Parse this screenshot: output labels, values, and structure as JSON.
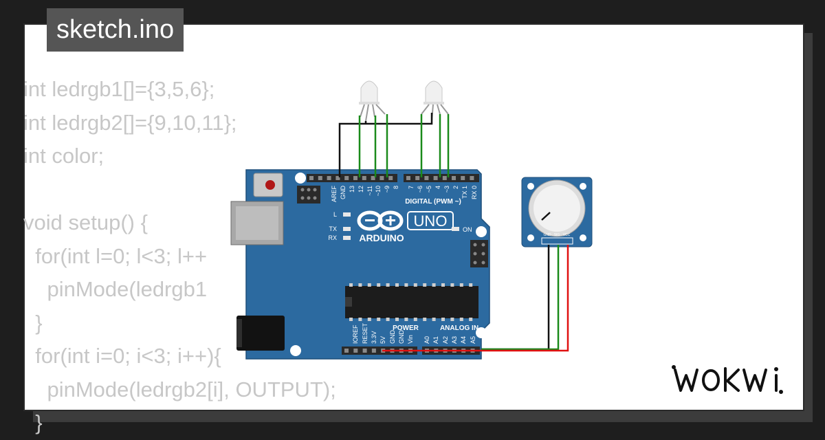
{
  "page": {
    "file_tab": "sketch.ino",
    "brand_logo_text": "WOKWI"
  },
  "code_lines": [
    "int ledrgb1[]={3,5,6};",
    "int ledrgb2[]={9,10,11};",
    "int color;",
    "",
    "void setup() {",
    "  for(int l=0; l<3; l++",
    "    pinMode(ledrgb1",
    "  }",
    "  for(int i=0; i<3; i++){",
    "    pinMode(ledrgb2[i], OUTPUT);",
    "  }"
  ],
  "board": {
    "name": "ARDUINO",
    "model": "UNO",
    "digital_header_label": "DIGITAL (PWM ~)",
    "power_label": "POWER",
    "analog_label": "ANALOG IN",
    "on_label": "ON",
    "led_labels": {
      "l": "L",
      "tx": "TX",
      "rx": "RX"
    },
    "digital_pins": [
      "AREF",
      "GND",
      "13",
      "12",
      "~11",
      "~10",
      "~9",
      "8",
      "7",
      "~6",
      "~5",
      "4",
      "~3",
      "2",
      "TX 1",
      "RX 0"
    ],
    "power_pins": [
      "IOREF",
      "RESET",
      "3.3V",
      "5V",
      "GND",
      "GND",
      "Vin"
    ],
    "analog_pins": [
      "A0",
      "A1",
      "A2",
      "A3",
      "A4",
      "A5"
    ]
  },
  "potentiometer": {
    "pins": [
      "GND",
      "SIG",
      "VCC"
    ]
  },
  "colors": {
    "background": "#1e1e1e",
    "card": "#ffffff",
    "tab": "#555555",
    "code_text": "#c7c7c7",
    "board_blue": "#2c6aa0",
    "wire_green": "#1a8a1a",
    "wire_black": "#111111",
    "wire_red": "#e01010"
  }
}
